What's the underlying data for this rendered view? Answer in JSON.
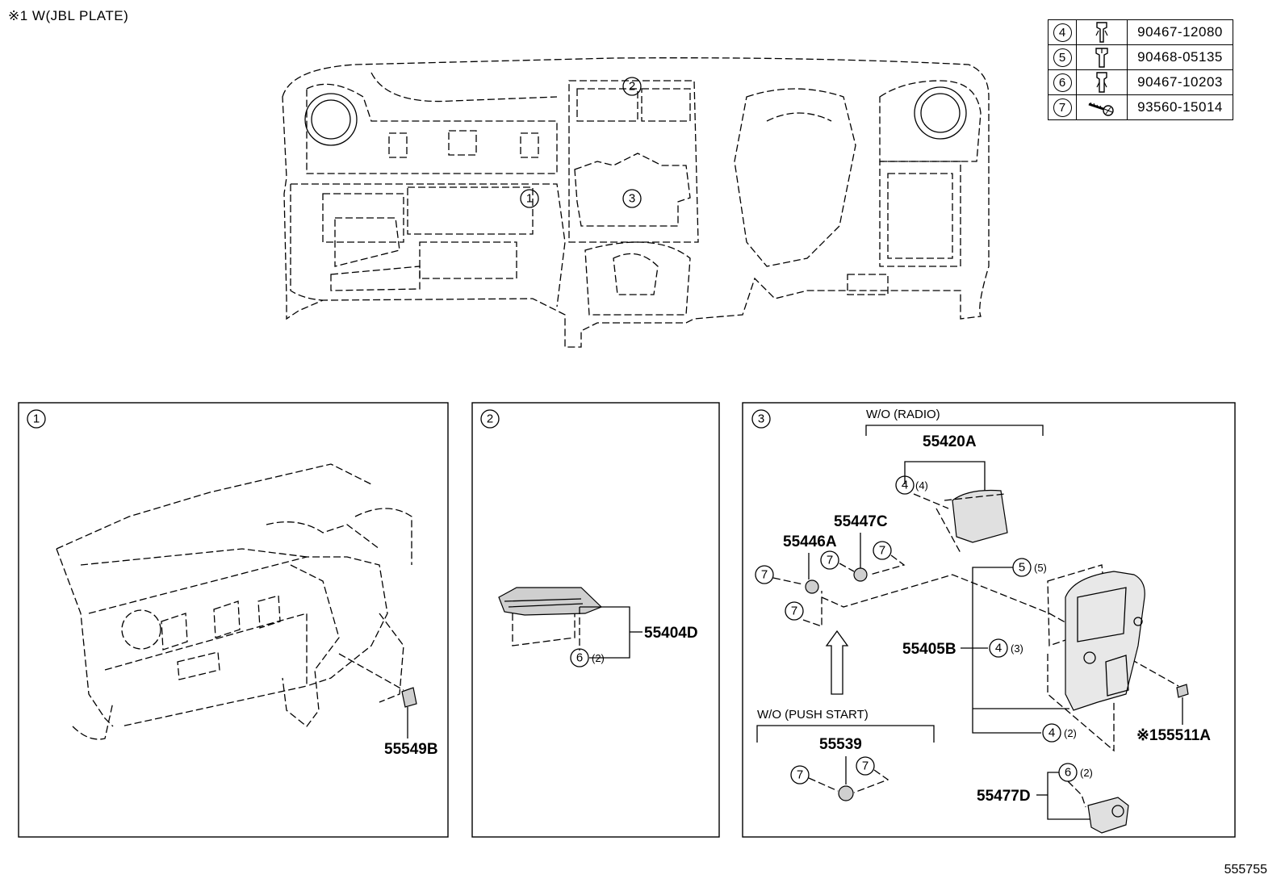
{
  "header_note": "※1 W(JBL PLATE)",
  "diagram_id": "555755",
  "fastener_table": [
    {
      "ref": "4",
      "icon": "clip-icon",
      "part_number": "90467-12080"
    },
    {
      "ref": "5",
      "icon": "clip-icon",
      "part_number": "90468-05135"
    },
    {
      "ref": "6",
      "icon": "clip-icon",
      "part_number": "90467-10203"
    },
    {
      "ref": "7",
      "icon": "screw-icon",
      "part_number": "93560-15014"
    }
  ],
  "overview": {
    "callouts": [
      "1",
      "2",
      "3"
    ]
  },
  "panel1": {
    "index": "1",
    "part": "55549B"
  },
  "panel2": {
    "index": "2",
    "part": "55404D",
    "fastener": "6",
    "qty": "(2)"
  },
  "panel3": {
    "index": "3",
    "group_radio": "W/O (RADIO)",
    "group_push_start": "W/O (PUSH  START)",
    "parts": {
      "p55420A": "55420A",
      "p55447C": "55447C",
      "p55446A": "55446A",
      "p55405B": "55405B",
      "p55539": "55539",
      "p55511A": "※155511A",
      "p55477D": "55477D"
    },
    "callouts": {
      "c4_radio": "4",
      "q4_radio": "(4)",
      "c7_a": "7",
      "c7_b": "7",
      "c7_c": "7",
      "c7_d": "7",
      "c5": "5",
      "q5": "(5)",
      "c4_mid": "4",
      "q4_mid": "(3)",
      "c4_low": "4",
      "q4_low": "(2)",
      "c7_e": "7",
      "c7_f": "7",
      "c6": "6",
      "q6": "(2)"
    }
  }
}
